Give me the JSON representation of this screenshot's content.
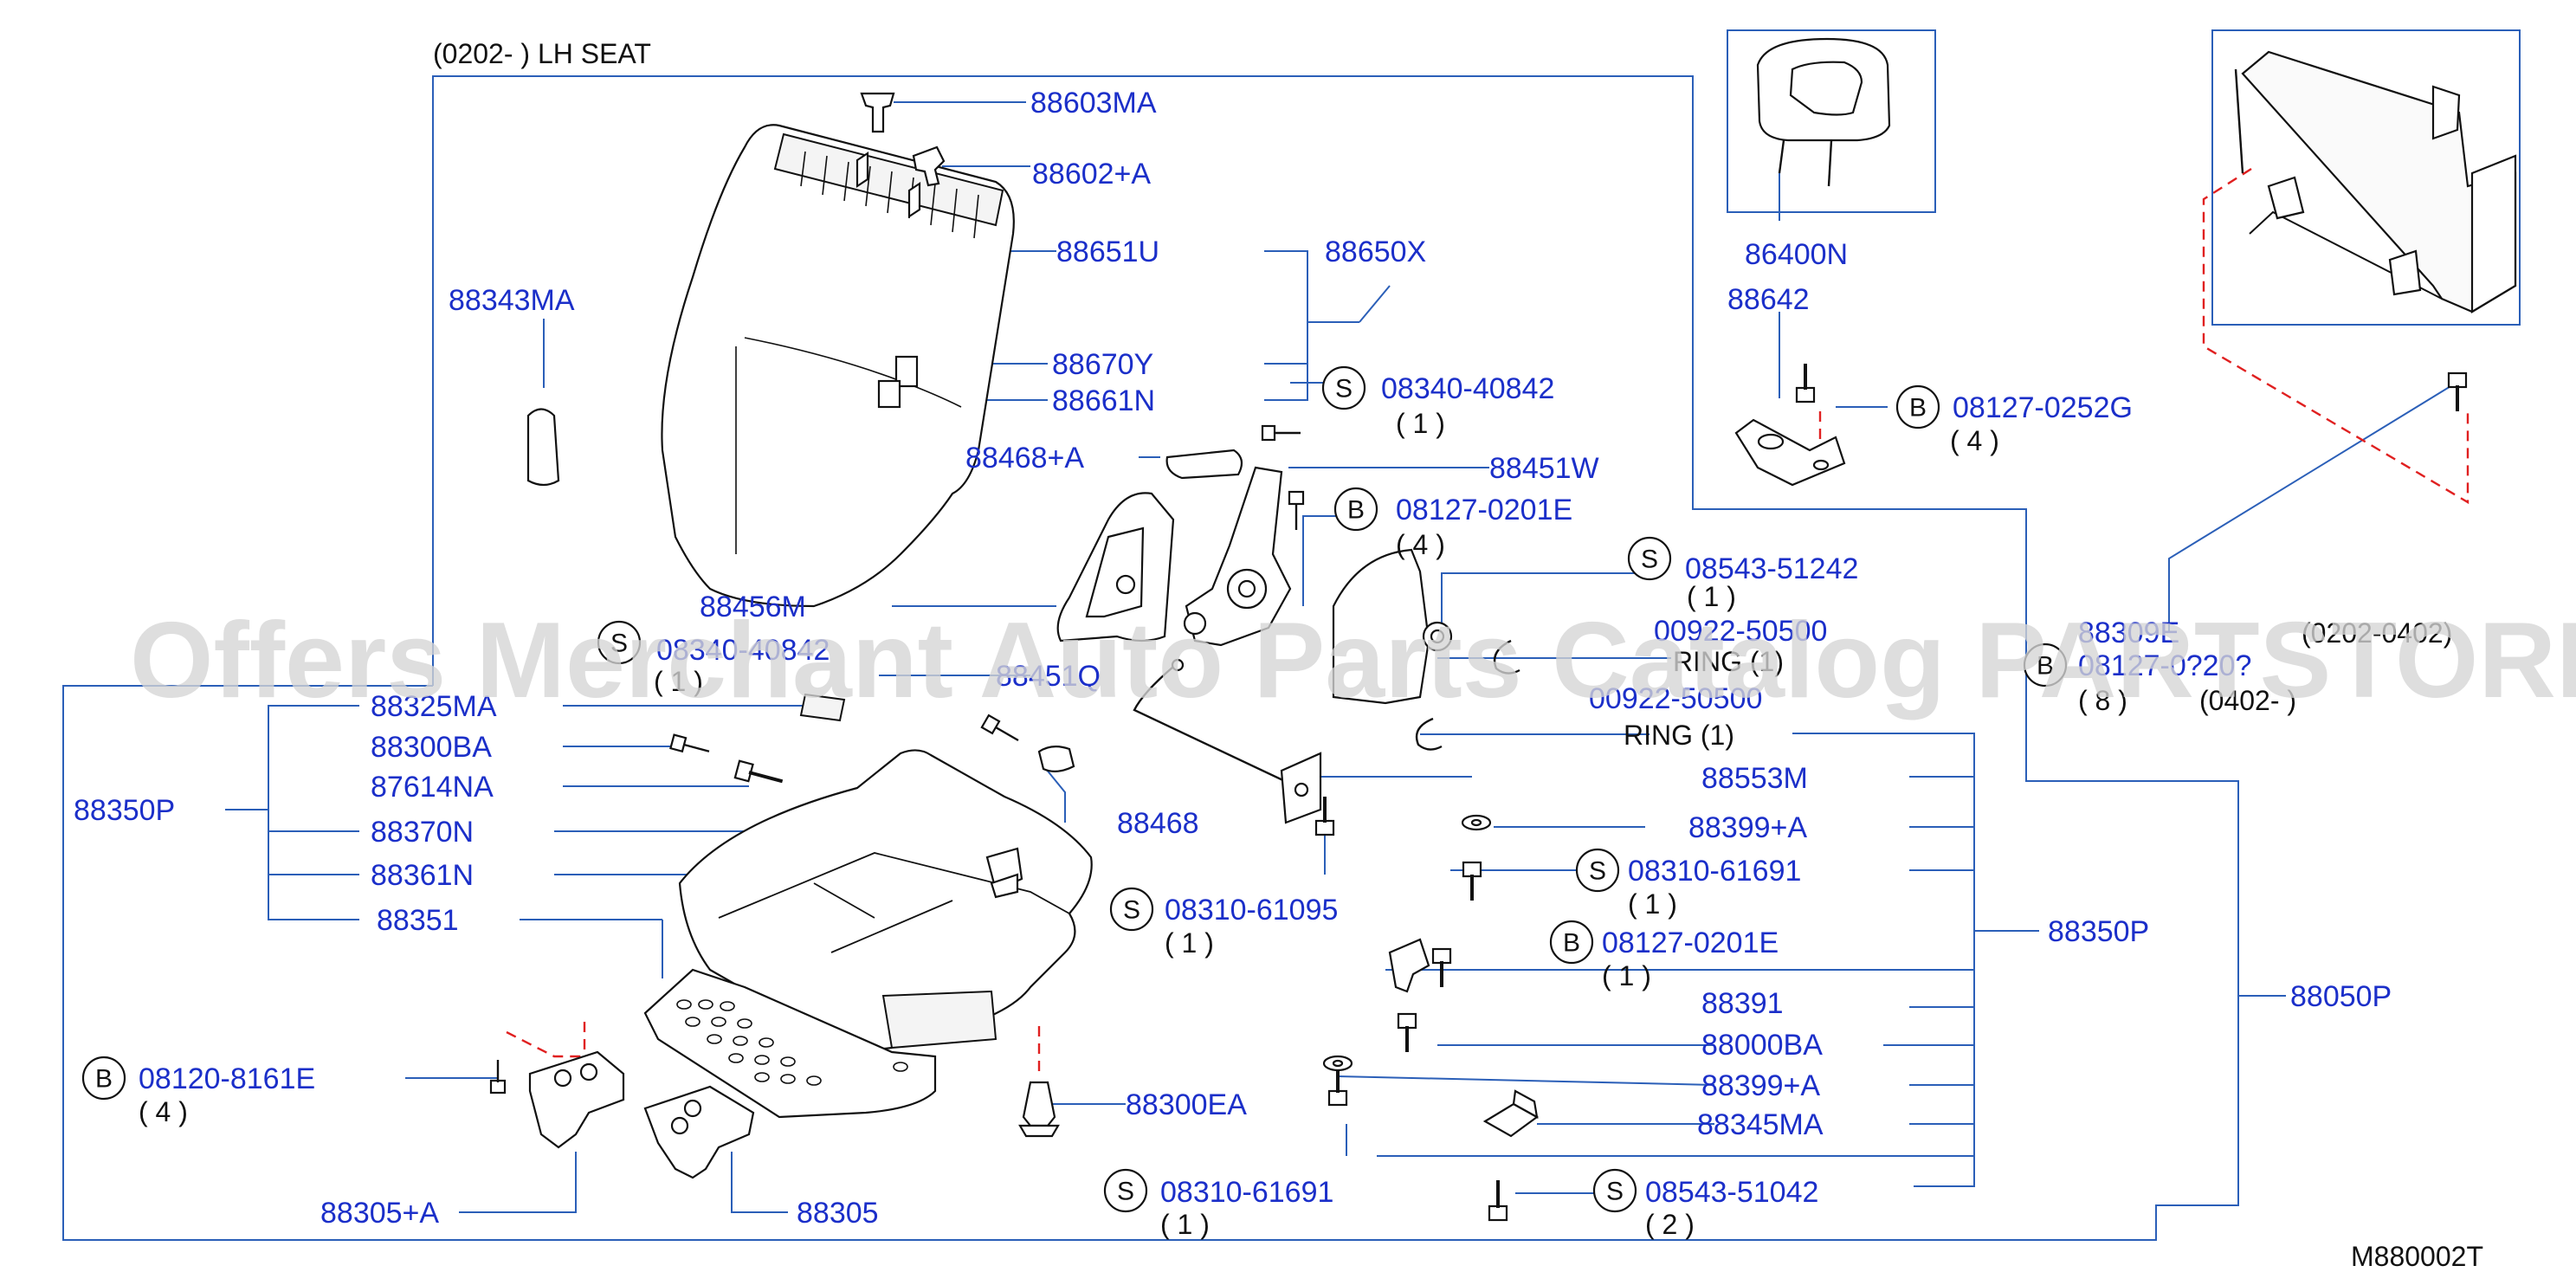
{
  "header": {
    "title": "(0202-      )  LH   SEAT"
  },
  "diagram_code": "M880002T",
  "watermark": "Offers Merchant Auto Parts Catalog PARTSTORE.SA",
  "colors": {
    "label": "#1b2fc9",
    "leader": "#2b5fb8",
    "dashed": "#e02020",
    "part": "#111111"
  },
  "labels": {
    "l88603MA": "88603MA",
    "l88602A": "88602+A",
    "l88651U": "88651U",
    "l88650X": "88650X",
    "l88343MA": "88343MA",
    "l88670Y": "88670Y",
    "l88661N": "88661N",
    "lS08340": "08340-40842",
    "lS08340q": "( 1 )",
    "l88468A": "88468+A",
    "l88451W": "88451W",
    "lB08127E": "08127-0201E",
    "lB08127Eq": "( 4 )",
    "lS08543_51242": "08543-51242",
    "lS08543_51242q": "( 1 )",
    "l88456M": "88456M",
    "l00922a": "00922-50500",
    "lRingA": "RING  (1)",
    "lS08340b": "08340-40842",
    "lS08340bq": "( 1 )",
    "l88451Q": "88451Q",
    "l00922b": "00922-50500",
    "lRingB": "RING  (1)",
    "l88325MA": "88325MA",
    "l88300BA": "88300BA",
    "l87614NA": "87614NA",
    "l88350Pl": "88350P",
    "l88370N": "88370N",
    "l88361N": "88361N",
    "l88351": "88351",
    "l88468": "88468",
    "lS08310a": "08310-61095",
    "lS08310aq": "( 1 )",
    "l88553M": "88553M",
    "l88399A1": "88399+A",
    "lS08310b": "08310-61691",
    "lS08310bq": "( 1 )",
    "lB08127E2": "08127-0201E",
    "lB08127E2q": "( 1 )",
    "l88391": "88391",
    "l88000BA": "88000BA",
    "l88399A2": "88399+A",
    "l88345MA": "88345MA",
    "lS08310c": "08310-61691",
    "lS08310cq": "( 1 )",
    "lS08543_51042": "08543-51042",
    "lS08543_51042q": "( 2 )",
    "l88350Pr": "88350P",
    "l88050P": "88050P",
    "lB08120": "08120-8161E",
    "lB08120q": "( 4 )",
    "l88300EA": "88300EA",
    "l88305A": "88305+A",
    "l88305": "88305",
    "l86400N": "86400N",
    "l88642": "88642",
    "lB08127G": "08127-0252G",
    "lB08127Gq": "( 4 )",
    "l88309E": "88309E",
    "l0202_0402": "(0202-0402)",
    "lB08127_0": "08127-0?20?",
    "lB08127_0q": "( 8 )",
    "l0402": "(0402-      )"
  },
  "symbols": {
    "s": "S",
    "b": "B"
  }
}
